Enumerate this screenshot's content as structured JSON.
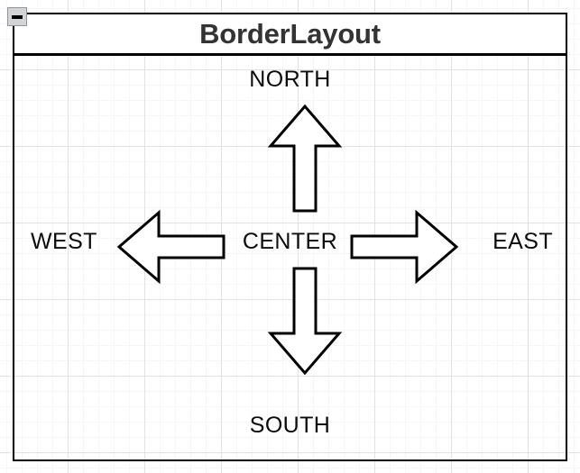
{
  "window": {
    "title": "BorderLayout",
    "collapse_button": {
      "name": "collapse-button",
      "icon": "minus-icon",
      "tooltip": "Collapse"
    }
  },
  "diagram": {
    "type": "border-layout-illustration",
    "regions": [
      {
        "id": "north",
        "label": "NORTH",
        "arrow": "arrow-up-icon"
      },
      {
        "id": "west",
        "label": "WEST",
        "arrow": "arrow-left-icon"
      },
      {
        "id": "center",
        "label": "CENTER",
        "arrow": null
      },
      {
        "id": "east",
        "label": "EAST",
        "arrow": "arrow-right-icon"
      },
      {
        "id": "south",
        "label": "SOUTH",
        "arrow": "arrow-down-icon"
      }
    ],
    "colors": {
      "frame_border": "#000000",
      "title_text": "#333333",
      "label_text": "#0b0b0b",
      "arrow_fill": "#ffffff",
      "arrow_stroke": "#000000",
      "button_face": "#d4d4d4",
      "button_border": "#8d95a8",
      "grid_major": "#e2e2e2",
      "grid_minor": "#f6f6f6",
      "background": "#ffffff"
    }
  }
}
